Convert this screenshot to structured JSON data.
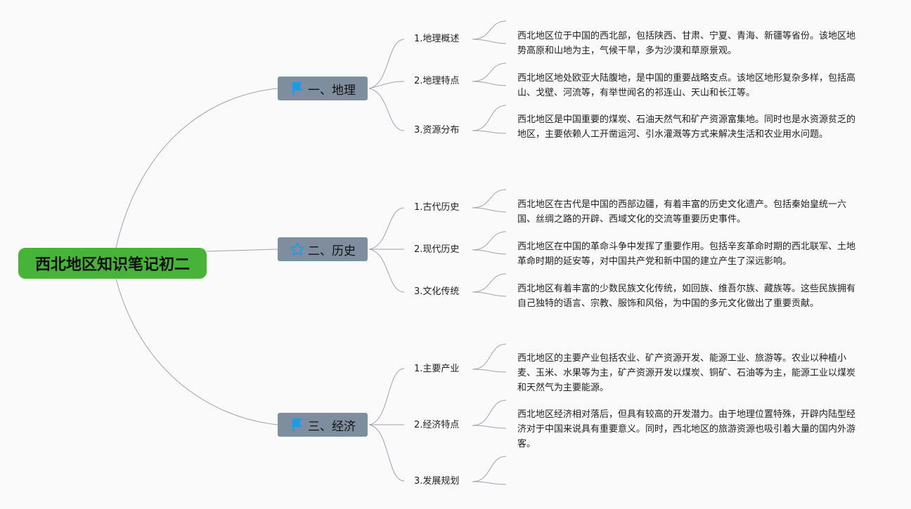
{
  "root": {
    "title": "西北地区知识笔记初二",
    "color": "#47b338"
  },
  "branches": [
    {
      "title": "一、地理",
      "icon": "flag-icon",
      "children": [
        {
          "label": "1.地理概述",
          "note": "西北地区位于中国的西北部，包括陕西、甘肃、宁夏、青海、新疆等省份。该地区地势高原和山地为主，气候干旱，多为沙漠和草原景观。"
        },
        {
          "label": "2.地理特点",
          "note": "西北地区地处欧亚大陆腹地，是中国的重要战略支点。该地区地形复杂多样，包括高山、戈壁、河流等，有举世闻名的祁连山、天山和长江等。"
        },
        {
          "label": "3.资源分布",
          "note": "西北地区是中国重要的煤炭、石油天然气和矿产资源富集地。同时也是水资源贫乏的地区，主要依赖人工开凿运河、引水灌溉等方式来解决生活和农业用水问题。"
        }
      ]
    },
    {
      "title": "二、历史",
      "icon": "star-icon",
      "children": [
        {
          "label": "1.古代历史",
          "note": "西北地区在古代是中国的西部边疆，有着丰富的历史文化遗产。包括秦始皇统一六国、丝绸之路的开辟、西域文化的交流等重要历史事件。"
        },
        {
          "label": "2.现代历史",
          "note": "西北地区在中国的革命斗争中发挥了重要作用。包括辛亥革命时期的西北联军、土地革命时期的延安等，对中国共产党和新中国的建立产生了深远影响。"
        },
        {
          "label": "3.文化传统",
          "note": "西北地区有着丰富的少数民族文化传统，如回族、维吾尔族、藏族等。这些民族拥有自己独特的语言、宗教、服饰和风俗，为中国的多元文化做出了重要贡献。"
        }
      ]
    },
    {
      "title": "三、经济",
      "icon": "flag-icon",
      "children": [
        {
          "label": "1.主要产业",
          "note": "西北地区的主要产业包括农业、矿产资源开发、能源工业、旅游等。农业以种植小麦、玉米、水果等为主，矿产资源开发以煤炭、铜矿、石油等为主，能源工业以煤炭和天然气为主要能源。"
        },
        {
          "label": "2.经济特点",
          "note": "西北地区经济相对落后，但具有较高的开发潜力。由于地理位置特殊，开辟内陆型经济对于中国来说具有重要意义。同时，西北地区的旅游资源也吸引着大量的国内外游客。"
        },
        {
          "label": "3.发展规划",
          "note": ""
        }
      ]
    }
  ],
  "colors": {
    "main_fill": "#7f8e9e",
    "icon_blue": "#1e9be6",
    "link": "#9aa0b0"
  }
}
